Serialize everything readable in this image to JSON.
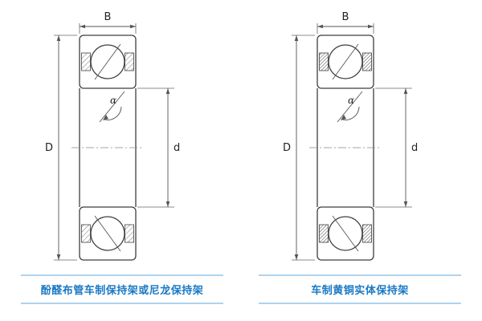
{
  "page": {
    "background": "#ffffff"
  },
  "colors": {
    "drawing_line": "#3e3e3e",
    "dimension_line": "#555555",
    "caption_text": "#1b79c4",
    "caption_rule": "#aed3ee"
  },
  "figures": [
    {
      "caption": "酚醛布管车制保持架或尼龙保持架",
      "labels": {
        "width": "B",
        "outer_diameter": "D",
        "bore_diameter": "d",
        "contact_angle": "α"
      }
    },
    {
      "caption": "车制黄铜实体保持架",
      "labels": {
        "width": "B",
        "outer_diameter": "D",
        "bore_diameter": "d",
        "contact_angle": "α"
      }
    }
  ]
}
